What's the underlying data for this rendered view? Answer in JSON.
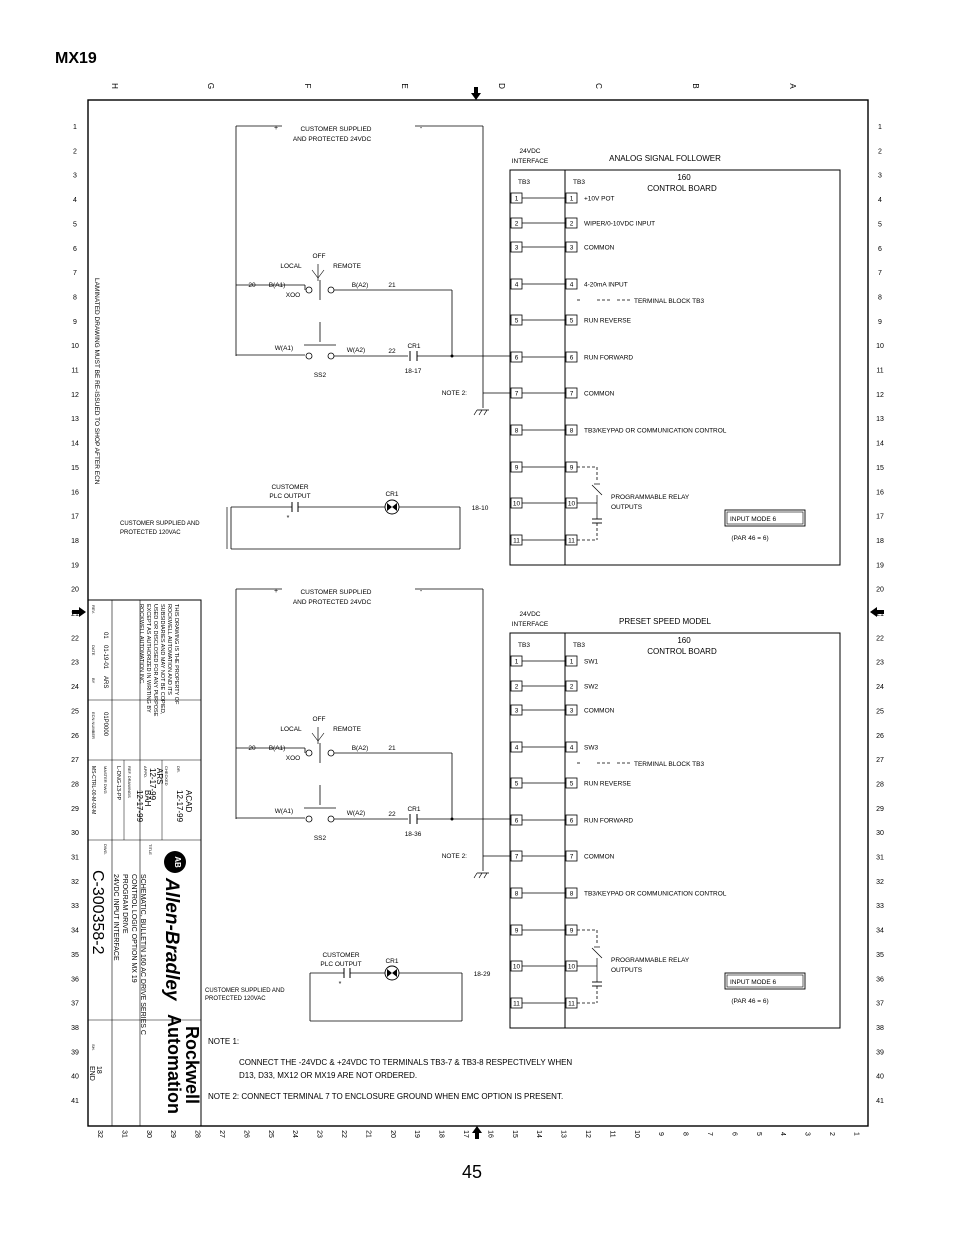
{
  "heading": "MX19",
  "page_number": "45",
  "col_letters": [
    "H",
    "G",
    "F",
    "E",
    "D",
    "C",
    "B",
    "A"
  ],
  "row_numbers": [
    "1",
    "2",
    "3",
    "4",
    "5",
    "6",
    "7",
    "8",
    "9",
    "10",
    "11",
    "12",
    "13",
    "14",
    "15",
    "16",
    "17",
    "18",
    "19",
    "20",
    "21",
    "22",
    "23",
    "24",
    "25",
    "26",
    "27",
    "28",
    "29",
    "30",
    "31",
    "32",
    "33",
    "34",
    "35",
    "36",
    "37",
    "38",
    "39",
    "40",
    "41"
  ],
  "bottom_numbers": [
    "32",
    "31",
    "30",
    "29",
    "28",
    "27",
    "26",
    "25",
    "24",
    "23",
    "22",
    "21",
    "20",
    "19",
    "18",
    "17",
    "16",
    "15",
    "14",
    "13",
    "12",
    "11",
    "10",
    "9",
    "8",
    "7",
    "6",
    "5",
    "4",
    "3",
    "2",
    "1"
  ],
  "side_note": "LAMINATED DRAWING MUST BE RE-ISSUED TO SHOP AFTER ECN",
  "common": {
    "plus": "+",
    "minus": "-",
    "supply_24v_line1": "CUSTOMER SUPPLIED",
    "supply_24v_line2": "AND PROTECTED 24VDC",
    "interface_line1": "24VDC",
    "interface_line2": "INTERFACE",
    "tb3": "TB3",
    "board_num": "160",
    "board_name": "CONTROL BOARD",
    "off": "OFF",
    "local": "LOCAL",
    "remote": "REMOTE",
    "wire20": "20",
    "wire21": "21",
    "wire22": "22",
    "ba1": "B(A1)",
    "ba2": "B(A2)",
    "xoo": "XOO",
    "wa1": "W(A1)",
    "wa2": "W(A2)",
    "cr1": "CR1",
    "ss2": "SS2",
    "note2": "NOTE 2:",
    "term_block": "TERMINAL BLOCK TB3",
    "plc_line1": "CUSTOMER",
    "plc_line2": "PLC OUTPUT",
    "star": "*",
    "relay_line1": "PROGRAMMABLE RELAY",
    "relay_line2": "OUTPUTS",
    "input_mode": "INPUT MODE 6",
    "par46": "(PAR 46 = 6)",
    "supply_120_line1": "CUSTOMER SUPPLIED AND",
    "supply_120_line2": "PROTECTED 120VAC",
    "terminals": [
      "1",
      "2",
      "3",
      "4",
      "5",
      "6",
      "7",
      "8",
      "9",
      "10",
      "11"
    ]
  },
  "top": {
    "title": "ANALOG SIGNAL FOLLOWER",
    "labels": [
      "+10V POT",
      "WIPER/0-10VDC INPUT",
      "COMMON",
      "4-20mA INPUT",
      "RUN REVERSE",
      "RUN FORWARD",
      "COMMON",
      "TB3/KEYPAD OR COMMUNICATION CONTROL"
    ],
    "cr1_ref": "18-17",
    "relay_ref": "18-10"
  },
  "bottom": {
    "title": "PRESET SPEED MODEL",
    "labels": [
      "SW1",
      "SW2",
      "COMMON",
      "SW3",
      "RUN REVERSE",
      "RUN FORWARD",
      "COMMON",
      "TB3/KEYPAD OR COMMUNICATION CONTROL"
    ],
    "cr1_ref": "18-36",
    "relay_ref": "18-29"
  },
  "notes": {
    "note1_label": "NOTE 1:",
    "note1_line1": "CONNECT THE -24VDC & +24VDC TO TERMINALS TB3-7 & TB3-8 RESPECTIVELY WHEN",
    "note1_line2": "D13, D33, MX12 OR MX19 ARE NOT ORDERED.",
    "note2": "NOTE 2: CONNECT TERMINAL 7 TO ENCLOSURE GROUND WHEN EMC OPTION IS PRESENT."
  },
  "title_block": {
    "prop_1": "THIS DRAWING IS THE PROPERTY OF",
    "prop_2": "ROCKWELL AUTOMATION AND ITS",
    "prop_3": "SUBSIDIARIES AND MAY NOT BE COPIED,",
    "prop_4": "USED OR DISCLOSED FOR ANY PURPOSE",
    "prop_5": "EXCEPT AS AUTHORIZED IN WRITING BY",
    "prop_6": "ROCKWELL AUTOMATION INC.",
    "rev_hdr": "REV.",
    "date_hdr": "DATE",
    "by_hdr": "BY",
    "rev_val": "01",
    "date_val": "01-19-01",
    "by_val": "ARS",
    "ecn_val": "01P0000",
    "ecn_hdr": "ECN NUMBER",
    "dr_hdr": "DR.",
    "dr_val": "ACAD",
    "dr_date": "12-17-99",
    "chk_hdr": "CHECKED",
    "chk_val": "ARS",
    "chk_date": "12-17-99",
    "appd_hdr": "APPD.",
    "appd_val": "BAH",
    "appd_date": "12-17-99",
    "ref_hdr": "REF. DRAWINGS",
    "ref_val": "L-DNG-13-PP",
    "master_hdr": "MASTER DWG",
    "master_val": "MS-CTRL-00-M-02-M",
    "title_hdr": "TITLE",
    "title_1": "SCHEMATIC, BULLETIN 160 AC DRIVE SERIES C",
    "title_2": "CONTROL LOGIC OPTION MX 19",
    "title_3": "PROGRAM DRIVE",
    "title_4": "24VDC INPUT INTERFACE",
    "brand_ab": "Allen-Bradley",
    "ab_logo": "AB",
    "brand_rw1": "Rockwell",
    "brand_rw2": "Automation",
    "dwg_hdr": "DWG.",
    "dwg_no": "C-300358-2",
    "sh_hdr": "SH.",
    "sh_val": "18",
    "end_val": "END"
  }
}
